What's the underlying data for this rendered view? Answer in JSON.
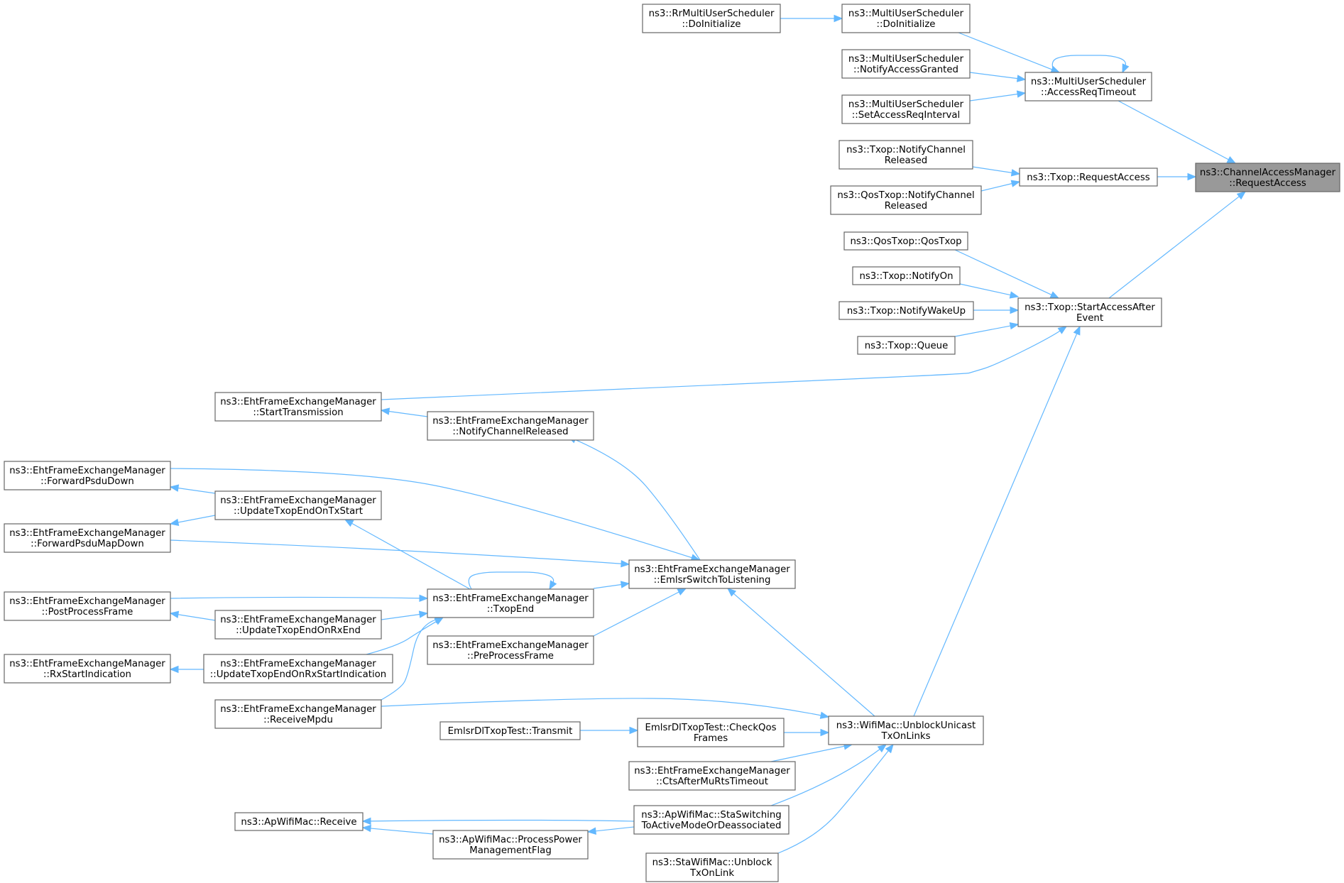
{
  "graph": {
    "nodes": [
      {
        "id": "cam",
        "lines": [
          "ns3::ChannelAccessManager",
          "::RequestAccess"
        ],
        "highlight": true
      },
      {
        "id": "mus_art",
        "lines": [
          "ns3::MultiUserScheduler",
          "::AccessReqTimeout"
        ]
      },
      {
        "id": "txop_ra",
        "lines": [
          "ns3::Txop::RequestAccess"
        ]
      },
      {
        "id": "txop_sae",
        "lines": [
          "ns3::Txop::StartAccessAfter",
          "Event"
        ]
      },
      {
        "id": "mus_di",
        "lines": [
          "ns3::MultiUserScheduler",
          "::DoInitialize"
        ]
      },
      {
        "id": "rr_di",
        "lines": [
          "ns3::RrMultiUserScheduler",
          "::DoInitialize"
        ]
      },
      {
        "id": "mus_nag",
        "lines": [
          "ns3::MultiUserScheduler",
          "::NotifyAccessGranted"
        ]
      },
      {
        "id": "mus_sari",
        "lines": [
          "ns3::MultiUserScheduler",
          "::SetAccessReqInterval"
        ]
      },
      {
        "id": "txop_ncr",
        "lines": [
          "ns3::Txop::NotifyChannel",
          "Released"
        ]
      },
      {
        "id": "qos_ncr",
        "lines": [
          "ns3::QosTxop::NotifyChannel",
          "Released"
        ]
      },
      {
        "id": "qos_qos",
        "lines": [
          "ns3::QosTxop::QosTxop"
        ]
      },
      {
        "id": "txop_no",
        "lines": [
          "ns3::Txop::NotifyOn"
        ]
      },
      {
        "id": "txop_nwu",
        "lines": [
          "ns3::Txop::NotifyWakeUp"
        ]
      },
      {
        "id": "txop_q",
        "lines": [
          "ns3::Txop::Queue"
        ]
      },
      {
        "id": "efem_st",
        "lines": [
          "ns3::EhtFrameExchangeManager",
          "::StartTransmission"
        ]
      },
      {
        "id": "wm_utol",
        "lines": [
          "ns3::WifiMac::UnblockUnicast",
          "TxOnLinks"
        ]
      },
      {
        "id": "efem_ncr",
        "lines": [
          "ns3::EhtFrameExchangeManager",
          "::NotifyChannelReleased"
        ]
      },
      {
        "id": "efem_estl",
        "lines": [
          "ns3::EhtFrameExchangeManager",
          "::EmlsrSwitchToListening"
        ]
      },
      {
        "id": "efem_fpd",
        "lines": [
          "ns3::EhtFrameExchangeManager",
          "::ForwardPsduDown"
        ]
      },
      {
        "id": "efem_fpmd",
        "lines": [
          "ns3::EhtFrameExchangeManager",
          "::ForwardPsduMapDown"
        ]
      },
      {
        "id": "efem_te",
        "lines": [
          "ns3::EhtFrameExchangeManager",
          "::TxopEnd"
        ]
      },
      {
        "id": "efem_ppf2",
        "lines": [
          "ns3::EhtFrameExchangeManager",
          "::PreProcessFrame"
        ]
      },
      {
        "id": "efem_utets",
        "lines": [
          "ns3::EhtFrameExchangeManager",
          "::UpdateTxopEndOnTxStart"
        ]
      },
      {
        "id": "efem_ppf",
        "lines": [
          "ns3::EhtFrameExchangeManager",
          "::PostProcessFrame"
        ]
      },
      {
        "id": "efem_utere",
        "lines": [
          "ns3::EhtFrameExchangeManager",
          "::UpdateTxopEndOnRxEnd"
        ]
      },
      {
        "id": "efem_utersi",
        "lines": [
          "ns3::EhtFrameExchangeManager",
          "::UpdateTxopEndOnRxStartIndication"
        ]
      },
      {
        "id": "efem_rsi",
        "lines": [
          "ns3::EhtFrameExchangeManager",
          "::RxStartIndication"
        ]
      },
      {
        "id": "efem_rm",
        "lines": [
          "ns3::EhtFrameExchangeManager",
          "::ReceiveMpdu"
        ]
      },
      {
        "id": "edt_cqf",
        "lines": [
          "EmlsrDlTxopTest::CheckQos",
          "Frames"
        ]
      },
      {
        "id": "edt_t",
        "lines": [
          "EmlsrDlTxopTest::Transmit"
        ]
      },
      {
        "id": "efem_camrt",
        "lines": [
          "ns3::EhtFrameExchangeManager",
          "::CtsAfterMuRtsTimeout"
        ]
      },
      {
        "id": "ap_sstam",
        "lines": [
          "ns3::ApWifiMac::StaSwitching",
          "ToActiveModeOrDeassociated"
        ]
      },
      {
        "id": "ap_r",
        "lines": [
          "ns3::ApWifiMac::Receive"
        ]
      },
      {
        "id": "ap_ppmf",
        "lines": [
          "ns3::ApWifiMac::ProcessPower",
          "ManagementFlag"
        ]
      },
      {
        "id": "sta_utol",
        "lines": [
          "ns3::StaWifiMac::Unblock",
          "TxOnLink"
        ]
      }
    ],
    "edges": [
      {
        "from": "mus_art",
        "to": "cam"
      },
      {
        "from": "txop_ra",
        "to": "cam"
      },
      {
        "from": "txop_sae",
        "to": "cam"
      },
      {
        "from": "mus_di",
        "to": "mus_art"
      },
      {
        "from": "mus_art",
        "to": "mus_art"
      },
      {
        "from": "mus_nag",
        "to": "mus_art"
      },
      {
        "from": "mus_sari",
        "to": "mus_art"
      },
      {
        "from": "rr_di",
        "to": "mus_di"
      },
      {
        "from": "txop_ncr",
        "to": "txop_ra"
      },
      {
        "from": "qos_ncr",
        "to": "txop_ra"
      },
      {
        "from": "qos_qos",
        "to": "txop_sae"
      },
      {
        "from": "txop_no",
        "to": "txop_sae"
      },
      {
        "from": "txop_nwu",
        "to": "txop_sae"
      },
      {
        "from": "txop_q",
        "to": "txop_sae"
      },
      {
        "from": "efem_st",
        "to": "txop_sae"
      },
      {
        "from": "wm_utol",
        "to": "txop_sae"
      },
      {
        "from": "efem_ncr",
        "to": "efem_st"
      },
      {
        "from": "efem_estl",
        "to": "efem_ncr"
      },
      {
        "from": "efem_fpd",
        "to": "efem_estl"
      },
      {
        "from": "efem_fpmd",
        "to": "efem_estl"
      },
      {
        "from": "efem_te",
        "to": "efem_estl"
      },
      {
        "from": "efem_ppf2",
        "to": "efem_estl"
      },
      {
        "from": "wm_utol",
        "to": "efem_estl"
      },
      {
        "from": "efem_utets",
        "to": "efem_fpd"
      },
      {
        "from": "efem_utets",
        "to": "efem_fpmd"
      },
      {
        "from": "efem_te",
        "to": "efem_utets"
      },
      {
        "from": "efem_te",
        "to": "efem_te"
      },
      {
        "from": "efem_ppf",
        "to": "efem_te"
      },
      {
        "from": "efem_utere",
        "to": "efem_te"
      },
      {
        "from": "efem_utersi",
        "to": "efem_te"
      },
      {
        "from": "efem_rm",
        "to": "efem_te"
      },
      {
        "from": "efem_utere",
        "to": "efem_ppf"
      },
      {
        "from": "efem_utersi",
        "to": "efem_rsi"
      },
      {
        "from": "efem_rm",
        "to": "wm_utol"
      },
      {
        "from": "edt_cqf",
        "to": "wm_utol"
      },
      {
        "from": "efem_camrt",
        "to": "wm_utol"
      },
      {
        "from": "ap_sstam",
        "to": "wm_utol"
      },
      {
        "from": "sta_utol",
        "to": "wm_utol"
      },
      {
        "from": "edt_t",
        "to": "edt_cqf"
      },
      {
        "from": "ap_sstam",
        "to": "ap_r"
      },
      {
        "from": "ap_ppmf",
        "to": "ap_r"
      },
      {
        "from": "ap_sstam",
        "to": "ap_ppmf"
      }
    ]
  }
}
